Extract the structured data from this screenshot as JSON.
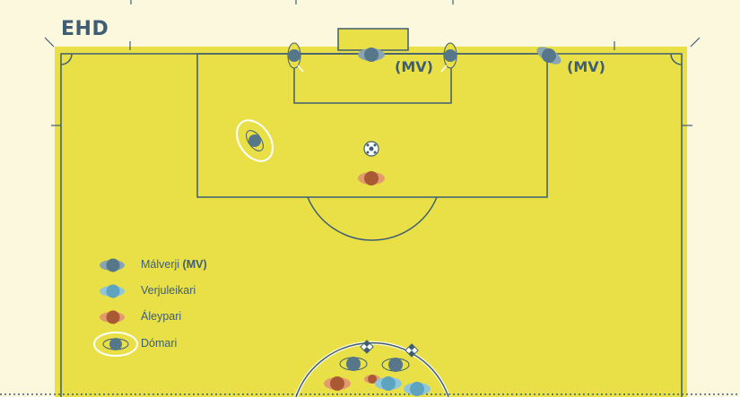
{
  "diagram": {
    "title": "EHD",
    "mv_label_near": "(MV)",
    "mv_label_far": "(MV)",
    "legend": [
      {
        "label": "Málverji",
        "suffix": "(MV)",
        "role": "goal-judge"
      },
      {
        "label": "Verjuleikari",
        "role": "defender"
      },
      {
        "label": "Áleypari",
        "role": "attacker"
      },
      {
        "label": "Dómari",
        "role": "referee"
      }
    ],
    "colors": {
      "pitch": "#e8e046",
      "line": "#3f5e74",
      "background": "#fbf8de",
      "goal_judge": "#56778a",
      "defender": "#5ea3bf",
      "attacker": "#c46f44",
      "referee_ring": "#ffffff"
    }
  }
}
